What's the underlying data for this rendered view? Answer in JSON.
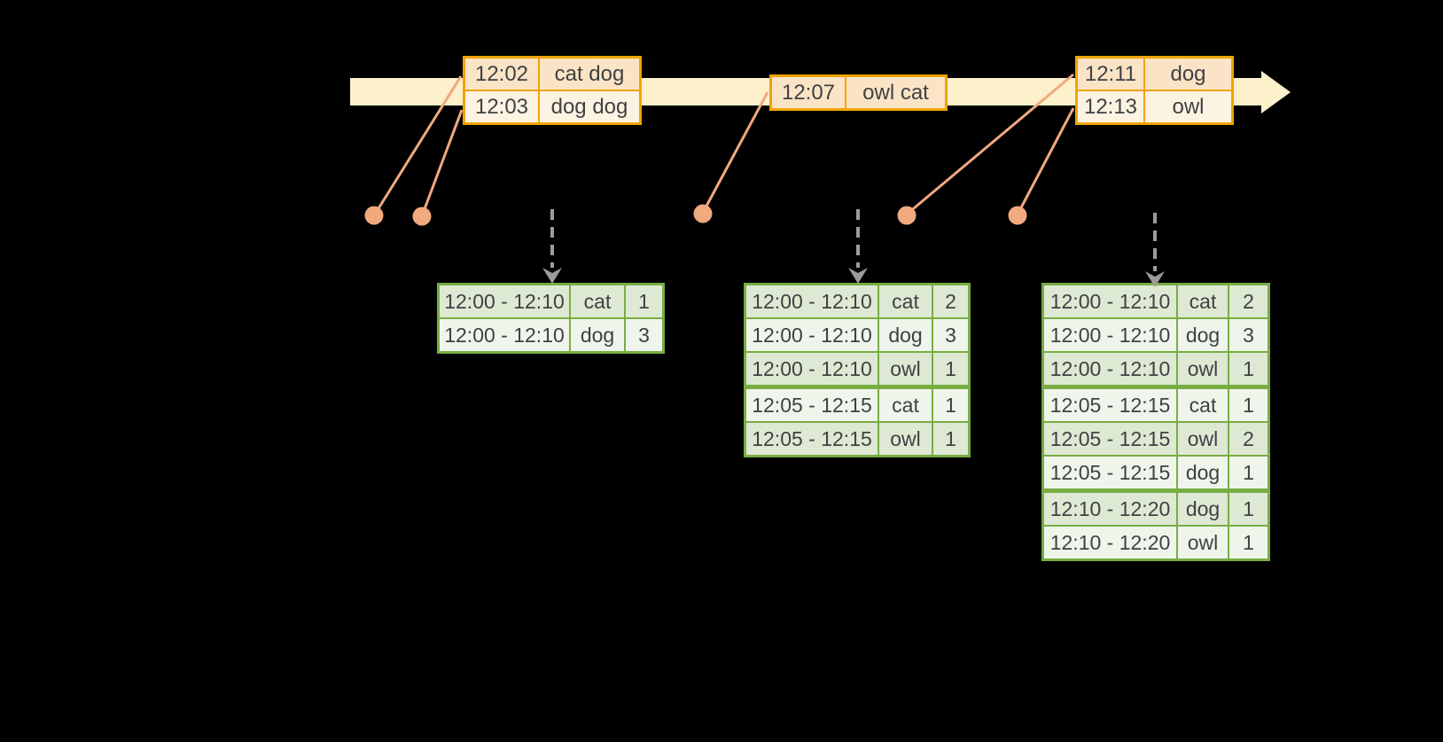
{
  "diagram": {
    "description": "Streaming windowed word-count timeline with event batches and result tables",
    "colors": {
      "background": "#000000",
      "timeline_band": "#FCF1CB",
      "event_table_border": "#F0A402",
      "event_row_peach": "#FBE4C6",
      "event_row_cream": "#FDF3E3",
      "event_dot_salmon": "#F1A97E",
      "trigger_arrow_gray": "#9C9C9C",
      "result_table_border": "#78AD43",
      "result_row_dark": "#DEE9D4",
      "result_row_light": "#F0F5EC",
      "text": "#3F4142"
    },
    "event_tables": [
      {
        "rows": [
          {
            "time": "12:02",
            "words": "cat dog"
          },
          {
            "time": "12:03",
            "words": "dog dog"
          }
        ]
      },
      {
        "rows": [
          {
            "time": "12:07",
            "words": "owl cat"
          }
        ]
      },
      {
        "rows": [
          {
            "time": "12:11",
            "words": "dog"
          },
          {
            "time": "12:13",
            "words": "owl"
          }
        ]
      }
    ],
    "result_tables": [
      {
        "rows": [
          {
            "window": "12:00 - 12:10",
            "word": "cat",
            "count": "1"
          },
          {
            "window": "12:00 - 12:10",
            "word": "dog",
            "count": "3"
          }
        ]
      },
      {
        "rows": [
          {
            "window": "12:00 - 12:10",
            "word": "cat",
            "count": "2"
          },
          {
            "window": "12:00 - 12:10",
            "word": "dog",
            "count": "3"
          },
          {
            "window": "12:00 - 12:10",
            "word": "owl",
            "count": "1"
          },
          {
            "window": "12:05 - 12:15",
            "word": "cat",
            "count": "1"
          },
          {
            "window": "12:05 - 12:15",
            "word": "owl",
            "count": "1"
          }
        ]
      },
      {
        "rows": [
          {
            "window": "12:00 - 12:10",
            "word": "cat",
            "count": "2"
          },
          {
            "window": "12:00 - 12:10",
            "word": "dog",
            "count": "3"
          },
          {
            "window": "12:00 - 12:10",
            "word": "owl",
            "count": "1"
          },
          {
            "window": "12:05 - 12:15",
            "word": "cat",
            "count": "1"
          },
          {
            "window": "12:05 - 12:15",
            "word": "owl",
            "count": "2"
          },
          {
            "window": "12:05 - 12:15",
            "word": "dog",
            "count": "1"
          },
          {
            "window": "12:10 - 12:20",
            "word": "dog",
            "count": "1"
          },
          {
            "window": "12:10 - 12:20",
            "word": "owl",
            "count": "1"
          }
        ]
      }
    ]
  }
}
